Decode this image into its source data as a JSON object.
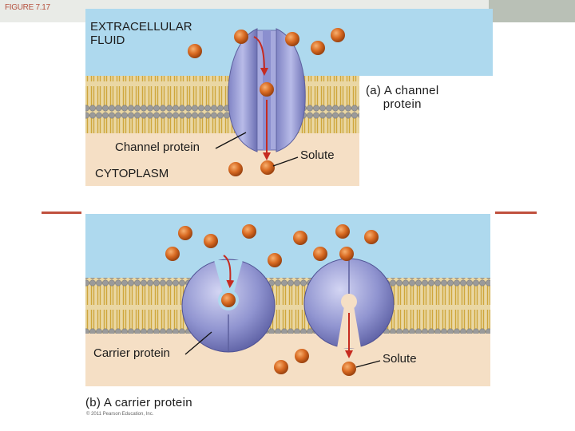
{
  "figure_label": "FIGURE 7.17",
  "panel_a": {
    "region_top": "EXTRACELLULAR\nFLUID",
    "title": "(a) A channel\nprotein",
    "protein_label": "Channel protein",
    "solute_label": "Solute",
    "region_bottom": "CYTOPLASM"
  },
  "panel_b": {
    "protein_label": "Carrier protein",
    "solute_label": "Solute",
    "title": "(b) A carrier protein",
    "copyright": "© 2011 Pearson Education, Inc."
  },
  "colors": {
    "extracellular": "#aed9ee",
    "cytoplasm": "#f5dfc5",
    "lipid_head": "#9a9a9a",
    "lipid_tail": "#d9b54a",
    "protein": "#9b9fd6",
    "solute": "#d86a22",
    "arrow": "#c62b20",
    "accent": "#c0503e"
  },
  "icons": [
    "solute-molecule-icon",
    "lipid-head-icon",
    "down-arrow-icon"
  ]
}
